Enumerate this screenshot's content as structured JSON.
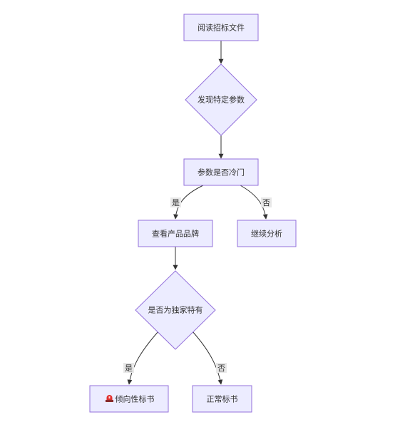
{
  "colors": {
    "node_fill": "#ECECFF",
    "node_stroke": "#9370DB",
    "edge": "#333333",
    "label_bg": "#E8E8E8",
    "text": "#333333",
    "warning_icon": "#E0312F"
  },
  "nodes": {
    "read_docs": {
      "label": "阅读招标文件"
    },
    "find_params": {
      "label": "发现特定参数"
    },
    "params_rare": {
      "label": "参数是否冷门"
    },
    "check_brand": {
      "label": "查看产品品牌"
    },
    "continue": {
      "label": "继续分析"
    },
    "exclusive": {
      "label": "是否为独家特有"
    },
    "biased": {
      "label": "倾向性标书",
      "icon": "siren-icon"
    },
    "normal": {
      "label": "正常标书"
    }
  },
  "edges": {
    "rare_yes": "是",
    "rare_no": "否",
    "exclusive_yes": "是",
    "exclusive_no": "否"
  }
}
